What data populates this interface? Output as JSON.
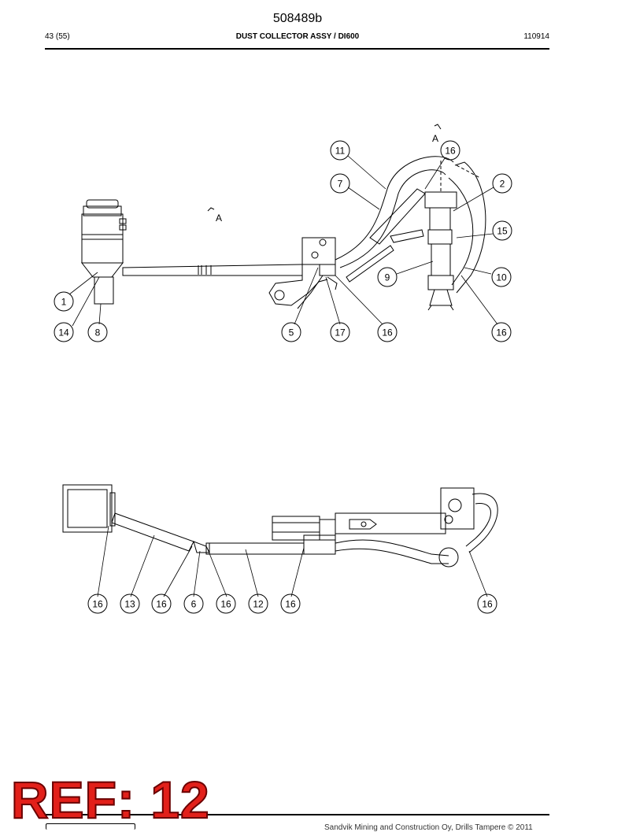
{
  "header": {
    "doc_number": "508489b",
    "page": "43 (55)",
    "title": "DUST COLLECTOR ASSY / DI600",
    "date_code": "110914"
  },
  "views": {
    "section_label_top": "A",
    "section_label_left": "A"
  },
  "callouts_top": [
    "11",
    "16",
    "7",
    "2",
    "15",
    "9",
    "10",
    "1",
    "14",
    "8",
    "5",
    "17",
    "16",
    "16"
  ],
  "callouts_bottom": [
    "16",
    "13",
    "16",
    "6",
    "16",
    "12",
    "16",
    "16"
  ],
  "badge": {
    "text": "REF: 12",
    "color": "#e2201a"
  },
  "footer": {
    "copyright": "Sandvik Mining and Construction Oy, Drills Tampere © 2011"
  }
}
